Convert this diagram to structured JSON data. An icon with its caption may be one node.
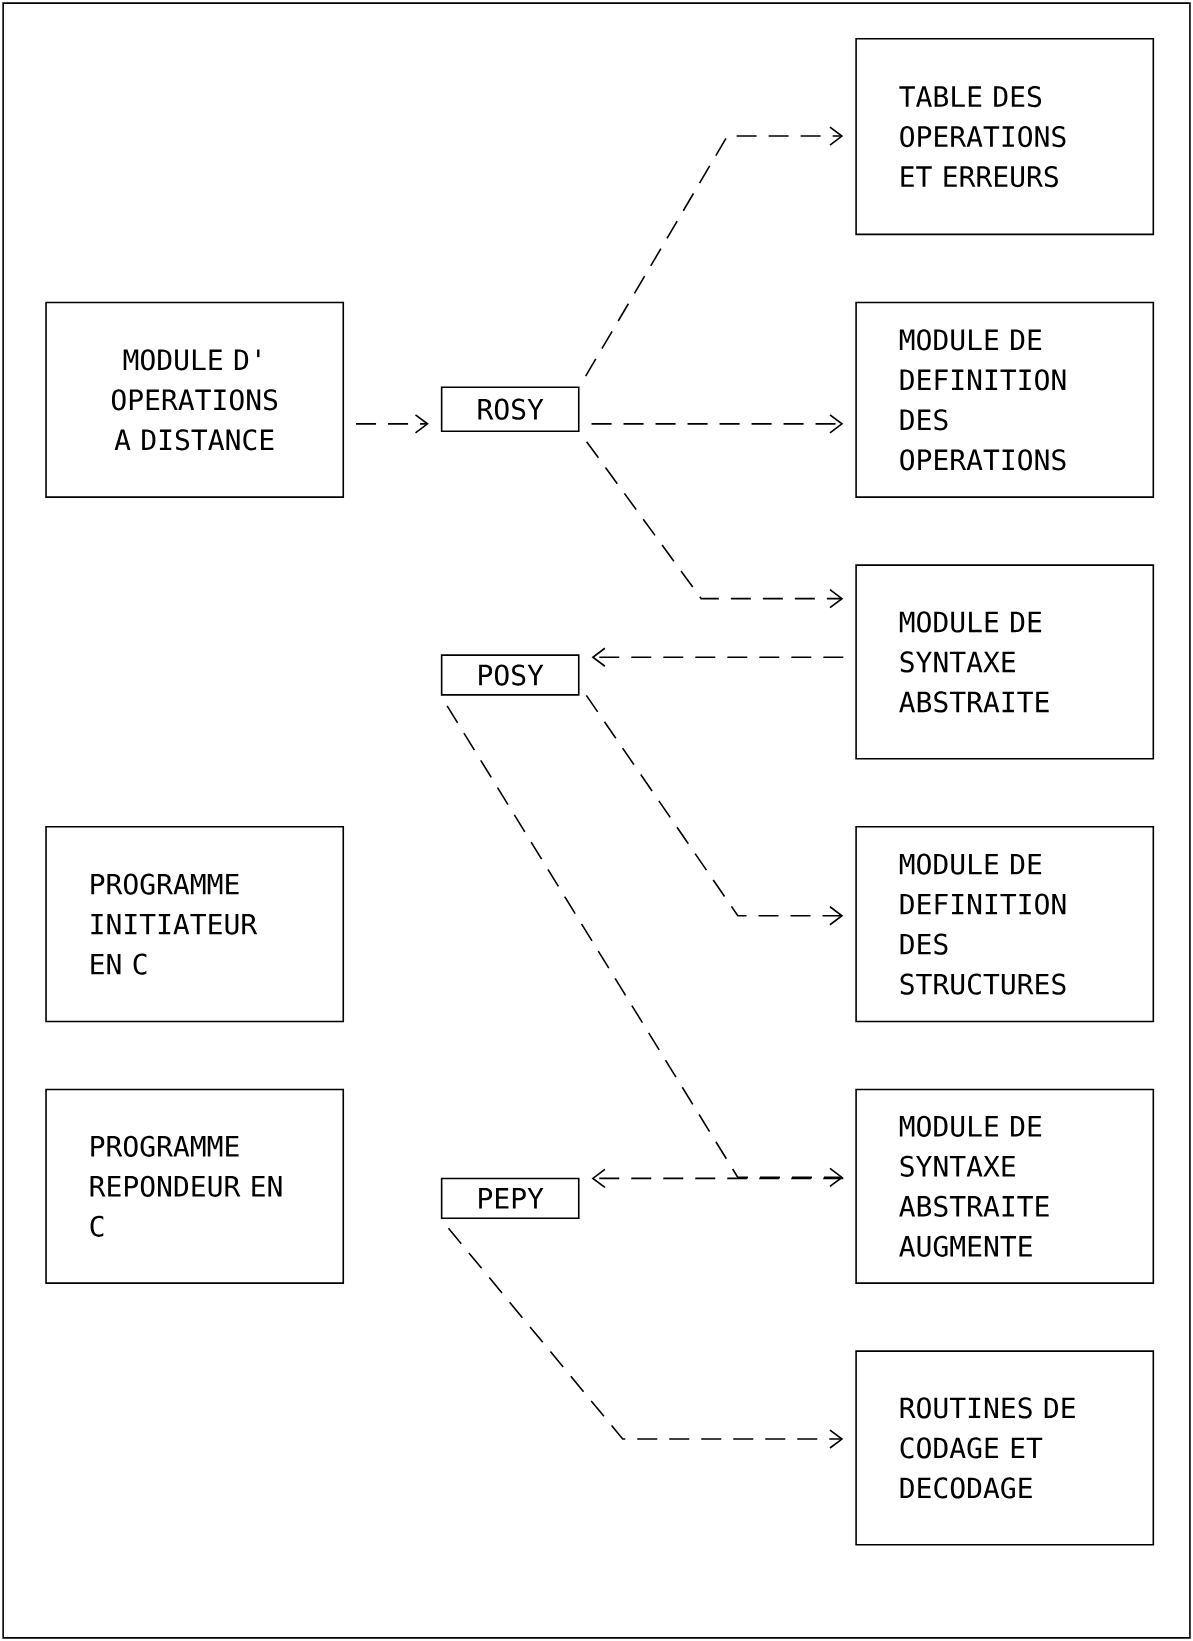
{
  "diagram": {
    "nodes": [
      {
        "text": [
          "TABLE DES OPERATIONS ET ERREURS"
        ]
      },
      {
        "text": [
          "MODULE D' OPERATIONS A DISTANCE"
        ]
      },
      {
        "text": [
          "ROSY"
        ]
      },
      {
        "text": [
          "MODULE DE DEFINITION DES OPERATIONS"
        ]
      },
      {
        "text": [
          "POSY"
        ]
      },
      {
        "text": [
          "MODULE DE SYNTAXE ABSTRAITE"
        ]
      },
      {
        "text": [
          "PROGRAMME INITIATEUR EN C"
        ]
      },
      {
        "text": [
          "MODULE DE DEFINITION DES STRUCTURES"
        ]
      },
      {
        "text": [
          "PROGRAMME REPONDEUR EN C"
        ]
      },
      {
        "text": [
          "PEPY"
        ]
      },
      {
        "text": [
          "MODULE DE SYNTAXE ABSTRAITE AUGMENTE"
        ]
      },
      {
        "text": [
          "ROUTINES DE CODAGE ET DECODAGE"
        ]
      }
    ],
    "edges": [
      {
        "from": 1,
        "to": 2,
        "arrow": "to",
        "style": "dashed"
      },
      {
        "from": 2,
        "to": 0,
        "arrow": "to",
        "style": "dashed"
      },
      {
        "from": 2,
        "to": 3,
        "arrow": "to",
        "style": "dashed"
      },
      {
        "from": 2,
        "to": 5,
        "arrow": "to",
        "style": "dashed"
      },
      {
        "from": 5,
        "to": 4,
        "arrow": "to",
        "style": "dashed"
      },
      {
        "from": 4,
        "to": 7,
        "arrow": "to",
        "style": "dashed"
      },
      {
        "from": 4,
        "to": 10,
        "arrow": "to",
        "style": "dashed"
      },
      {
        "from": 10,
        "to": 9,
        "arrow": "to",
        "style": "dashed"
      },
      {
        "from": 9,
        "to": 11,
        "arrow": "to",
        "style": "dashed"
      }
    ]
  }
}
